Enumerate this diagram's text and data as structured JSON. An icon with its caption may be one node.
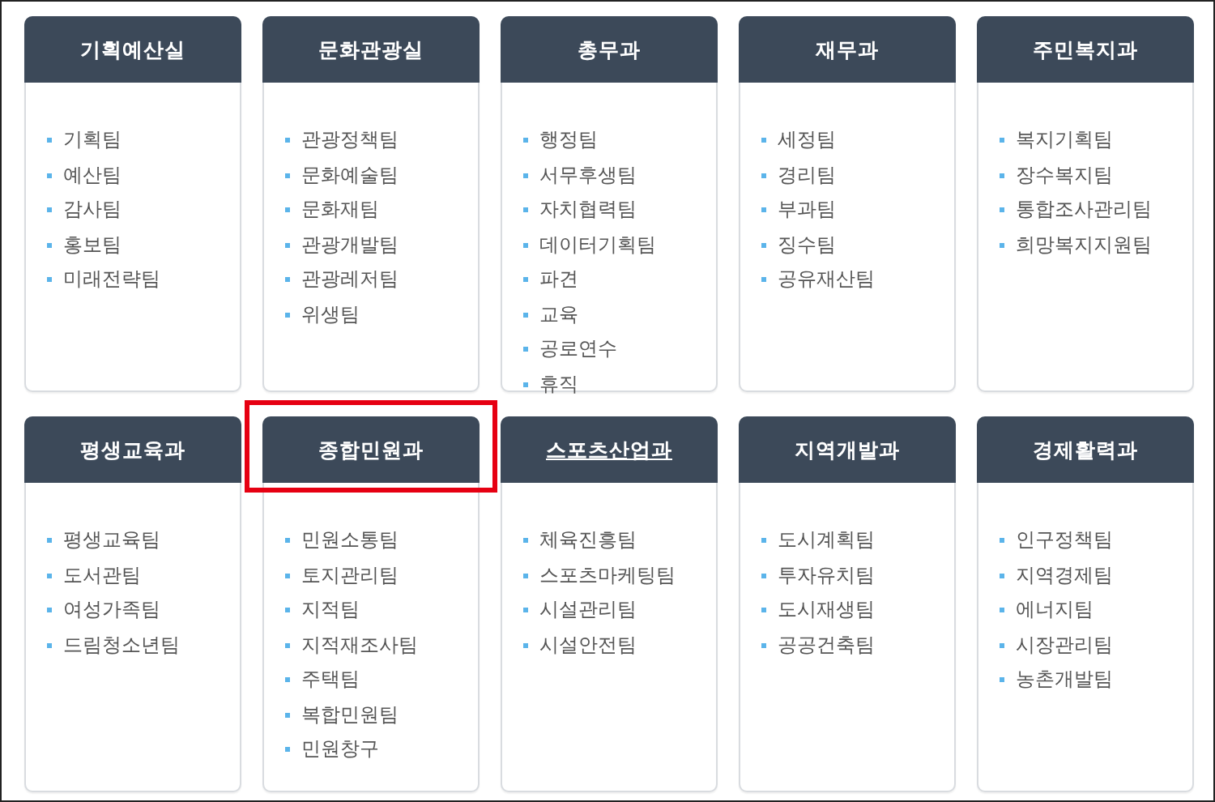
{
  "diagram": {
    "nodes": [
      {
        "text": [
          "기획예산실",
          "기획팀",
          "예산팀",
          "감사팀",
          "홍보팀",
          "미래전략팀"
        ]
      },
      {
        "text": [
          "문화관광실",
          "관광정책팀",
          "문화예술팀",
          "문화재팀",
          "관광개발팀",
          "관광레저팀",
          "위생팀"
        ]
      },
      {
        "text": [
          "총무과",
          "행정팀",
          "서무후생팀",
          "자치협력팀",
          "데이터기획팀",
          "파견",
          "교육",
          "공로연수",
          "휴직"
        ]
      },
      {
        "text": [
          "재무과",
          "세정팀",
          "경리팀",
          "부과팀",
          "징수팀",
          "공유재산팀"
        ]
      },
      {
        "text": [
          "주민복지과",
          "복지기획팀",
          "장수복지팀",
          "통합조사관리팀",
          "희망복지지원팀"
        ]
      },
      {
        "text": [
          "평생교육과",
          "평생교육팀",
          "도서관팀",
          "여성가족팀",
          "드림청소년팀"
        ]
      },
      {
        "text": [
          "종합민원과",
          "민원소통팀",
          "토지관리팀",
          "지적팀",
          "지적재조사팀",
          "주택팀",
          "복합민원팀",
          "민원창구"
        ]
      },
      {
        "text": [
          "스포츠산업과",
          "체육진흥팀",
          "스포츠마케팅팀",
          "시설관리팀",
          "시설안전팀"
        ]
      },
      {
        "text": [
          "지역개발과",
          "도시계획팀",
          "투자유치팀",
          "도시재생팀",
          "공공건축팀"
        ]
      },
      {
        "text": [
          "경제활력과",
          "인구정책팀",
          "지역경제팀",
          "에너지팀",
          "시장관리팀",
          "농촌개발팀"
        ]
      }
    ]
  }
}
